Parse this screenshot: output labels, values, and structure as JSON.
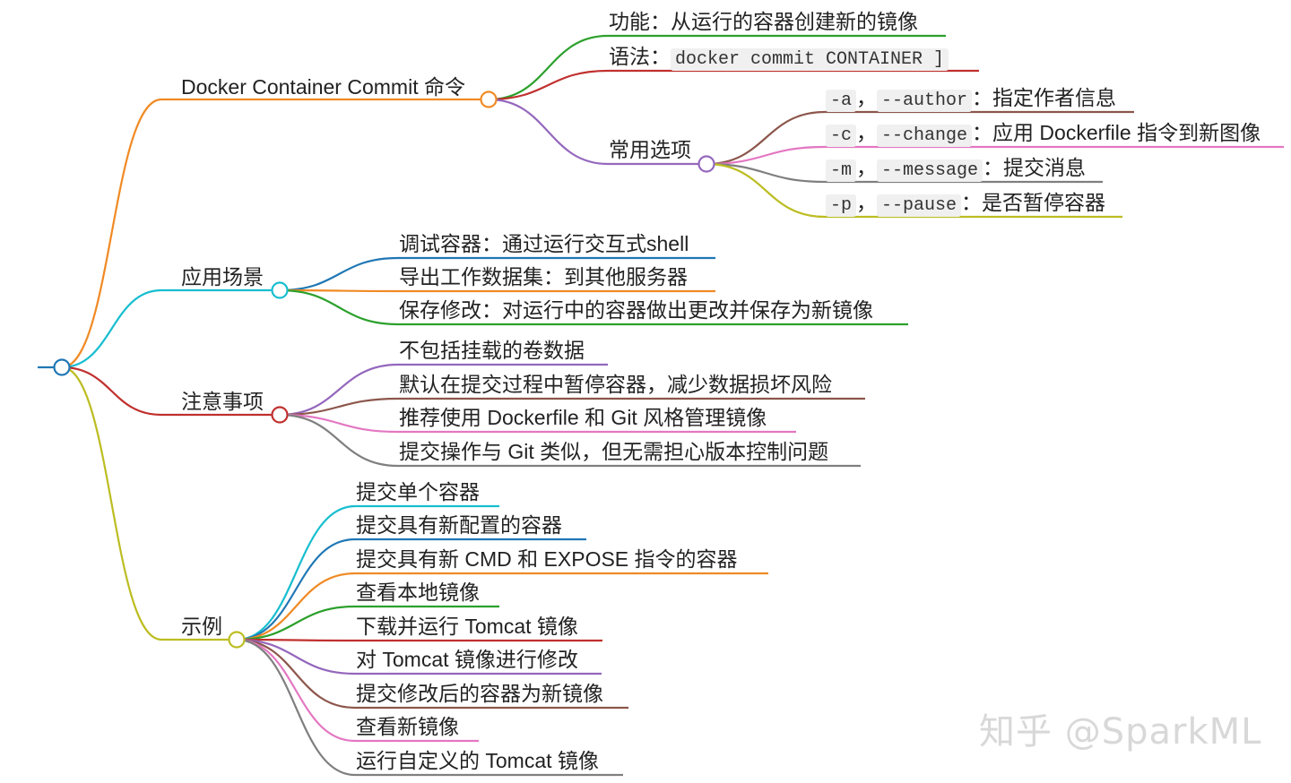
{
  "mindmap": {
    "branches": [
      {
        "label": "Docker Container Commit 命令",
        "color": "#f08a24",
        "children": [
          {
            "label": "功能：从运行的容器创建新的镜像",
            "color": "#2ca02c"
          },
          {
            "prefix": "语法：",
            "code": "docker commit CONTAINER ]",
            "color": "#c0302e"
          },
          {
            "label": "常用选项",
            "color": "#9467bd",
            "children": [
              {
                "code_a": "-a",
                "code_b": "--author",
                "suffix": "：指定作者信息",
                "color": "#8c564b"
              },
              {
                "code_a": "-c",
                "code_b": "--change",
                "suffix": "：应用 Dockerfile 指令到新图像",
                "color": "#e377c2"
              },
              {
                "code_a": "-m",
                "code_b": "--message",
                "suffix": "：提交消息",
                "color": "#7f7f7f"
              },
              {
                "code_a": "-p",
                "code_b": "--pause",
                "suffix": "：是否暂停容器",
                "color": "#bcbd22"
              }
            ]
          }
        ]
      },
      {
        "label": "应用场景",
        "color": "#17becf",
        "children": [
          {
            "label": "调试容器：通过运行交互式shell",
            "color": "#1f77b4"
          },
          {
            "label": "导出工作数据集：到其他服务器",
            "color": "#f08a24"
          },
          {
            "label": "保存修改：对运行中的容器做出更改并保存为新镜像",
            "color": "#2ca02c"
          }
        ]
      },
      {
        "label": "注意事项",
        "color": "#c0302e",
        "children": [
          {
            "label": "不包括挂载的卷数据",
            "color": "#9467bd"
          },
          {
            "label": "默认在提交过程中暂停容器，减少数据损坏风险",
            "color": "#8c564b"
          },
          {
            "label": "推荐使用 Dockerfile 和 Git 风格管理镜像",
            "color": "#e377c2"
          },
          {
            "label": "提交操作与 Git 类似，但无需担心版本控制问题",
            "color": "#7f7f7f"
          }
        ]
      },
      {
        "label": "示例",
        "color": "#bcbd22",
        "children": [
          {
            "label": "提交单个容器",
            "color": "#17becf"
          },
          {
            "label": "提交具有新配置的容器",
            "color": "#1f77b4"
          },
          {
            "label": "提交具有新 CMD 和 EXPOSE 指令的容器",
            "color": "#f08a24"
          },
          {
            "label": "查看本地镜像",
            "color": "#2ca02c"
          },
          {
            "label": "下载并运行 Tomcat 镜像",
            "color": "#c0302e"
          },
          {
            "label": "对 Tomcat 镜像进行修改",
            "color": "#9467bd"
          },
          {
            "label": "提交修改后的容器为新镜像",
            "color": "#8c564b"
          },
          {
            "label": "查看新镜像",
            "color": "#e377c2"
          },
          {
            "label": "运行自定义的 Tomcat 镜像",
            "color": "#7f7f7f"
          }
        ]
      }
    ]
  },
  "root_color": "#1f77b4",
  "watermark": "知乎 @SparkML"
}
